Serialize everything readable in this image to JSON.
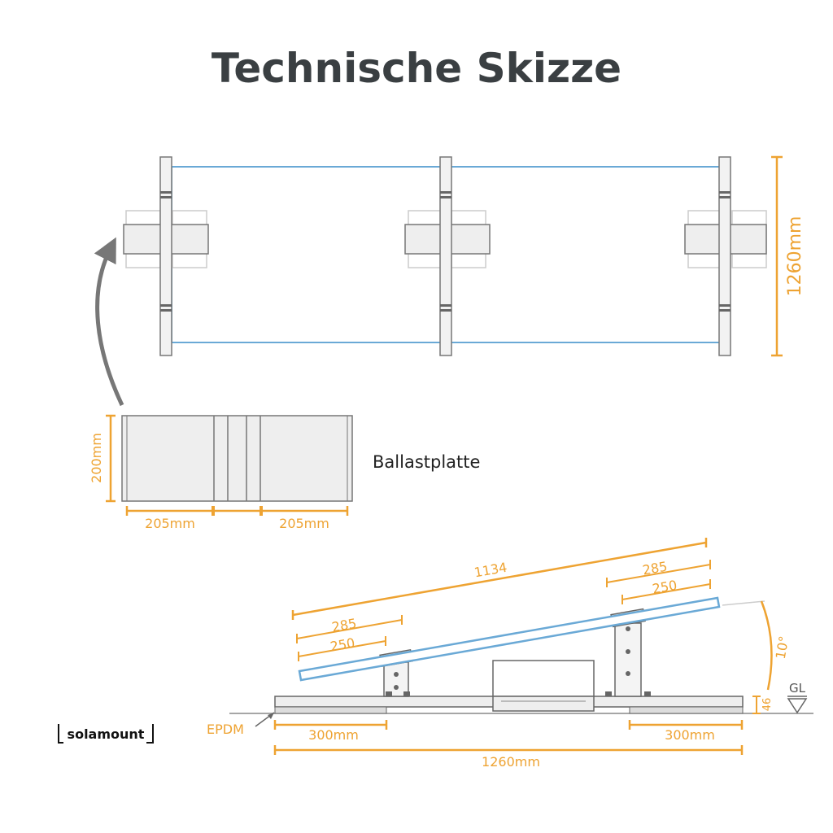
{
  "title": "Technische Skizze",
  "top_view": {
    "height_label": "1260mm"
  },
  "ballast": {
    "name": "Ballastplatte",
    "height_label": "200mm",
    "width_left_label": "205mm",
    "width_right_label": "205mm"
  },
  "side_view": {
    "total_length": "1134",
    "upper_285": "285",
    "upper_250": "250",
    "lower_285": "285",
    "lower_250": "250",
    "angle": "10°",
    "ground_level": "GL",
    "height_small": "46",
    "epdm": "EPDM",
    "left_300": "300mm",
    "right_300": "300mm",
    "base_length": "1260mm"
  },
  "brand": "solamount",
  "colors": {
    "dimension": "#eea332",
    "panel": "#6aa9d6",
    "frame": "#888888"
  }
}
